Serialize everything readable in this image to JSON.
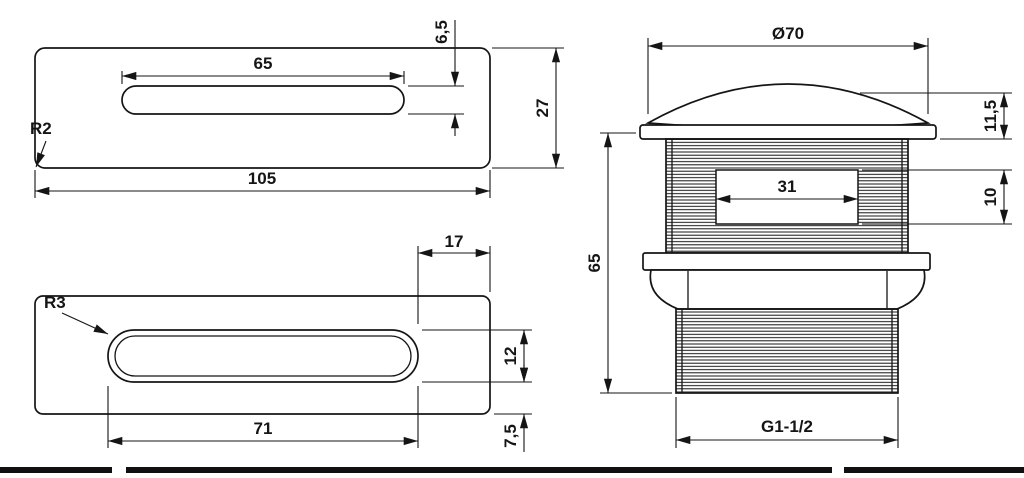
{
  "colors": {
    "line": "#151515",
    "background": "#ffffff"
  },
  "views": {
    "plate_front": {
      "dims": {
        "slot_length": "65",
        "slot_height": "6,5",
        "plate_height": "27",
        "corner_radius": "R2",
        "plate_length": "105"
      }
    },
    "plate_back": {
      "dims": {
        "edge_offset": "17",
        "slot_corner_radius": "R3",
        "slot_width": "12",
        "slot_length": "71",
        "bottom_offset": "7,5"
      }
    },
    "valve": {
      "dims": {
        "cap_diameter": "Ø70",
        "cap_height": "11,5",
        "overflow_window_length": "31",
        "overflow_window_height": "10",
        "body_height": "65",
        "thread": "G1-1/2"
      }
    }
  }
}
